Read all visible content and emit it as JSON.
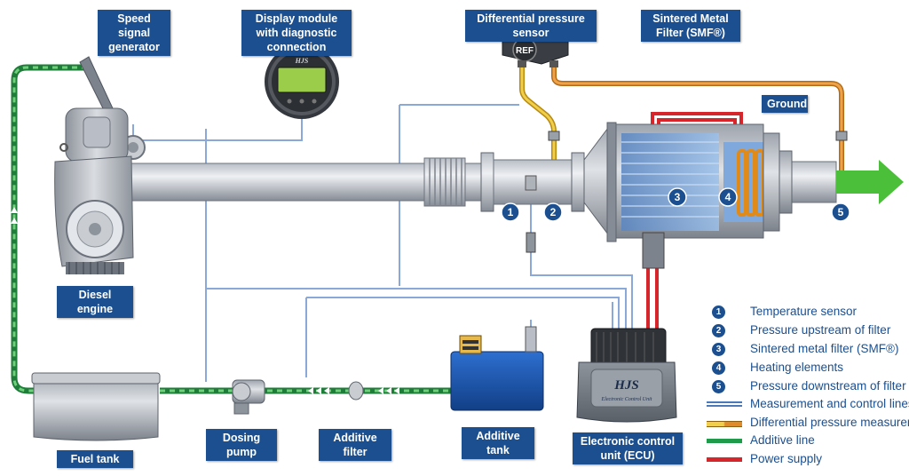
{
  "labels": {
    "speed_signal": "Speed signal generator",
    "display_module": "Display module with diagnostic connection",
    "diff_pressure_sensor": "Differential pressure sensor",
    "sintered_filter": "Sintered Metal Filter (SMF®)",
    "ground": "Ground",
    "diesel_engine": "Diesel engine",
    "fuel_tank": "Fuel tank",
    "dosing_pump": "Dosing pump",
    "additive_filter": "Additive filter",
    "additive_tank": "Additive tank",
    "ecu": "Electronic control unit (ECU)"
  },
  "device_text": {
    "ref": "REF",
    "display_logo": "HJS",
    "ecu_logo": "HJS",
    "ecu_sub": "Electronic Control Unit"
  },
  "points": [
    "1",
    "2",
    "3",
    "4",
    "5"
  ],
  "legend": {
    "numbered": [
      {
        "num": "1",
        "text": "Temperature sensor"
      },
      {
        "num": "2",
        "text": "Pressure upstream of filter"
      },
      {
        "num": "3",
        "text": "Sintered metal filter (SMF®)"
      },
      {
        "num": "4",
        "text": "Heating elements"
      },
      {
        "num": "5",
        "text": "Pressure downstream of filter"
      }
    ],
    "lines": [
      {
        "text": "Measurement and control lines",
        "color": "#4a78b8"
      },
      {
        "text": "Differential pressure measurem",
        "color": "#e6a63a"
      },
      {
        "text": "Additive line",
        "color": "#1f9a4a"
      },
      {
        "text": "Power supply",
        "color": "#d6262b"
      }
    ]
  },
  "colors": {
    "label_bg": "#1b4f8f",
    "control_line": "#8aa8d8",
    "pressure_line": "#d98a2a",
    "additive_line": "#2a9a4a",
    "power_line": "#d6262b",
    "arrow": "#4cbf3a"
  }
}
